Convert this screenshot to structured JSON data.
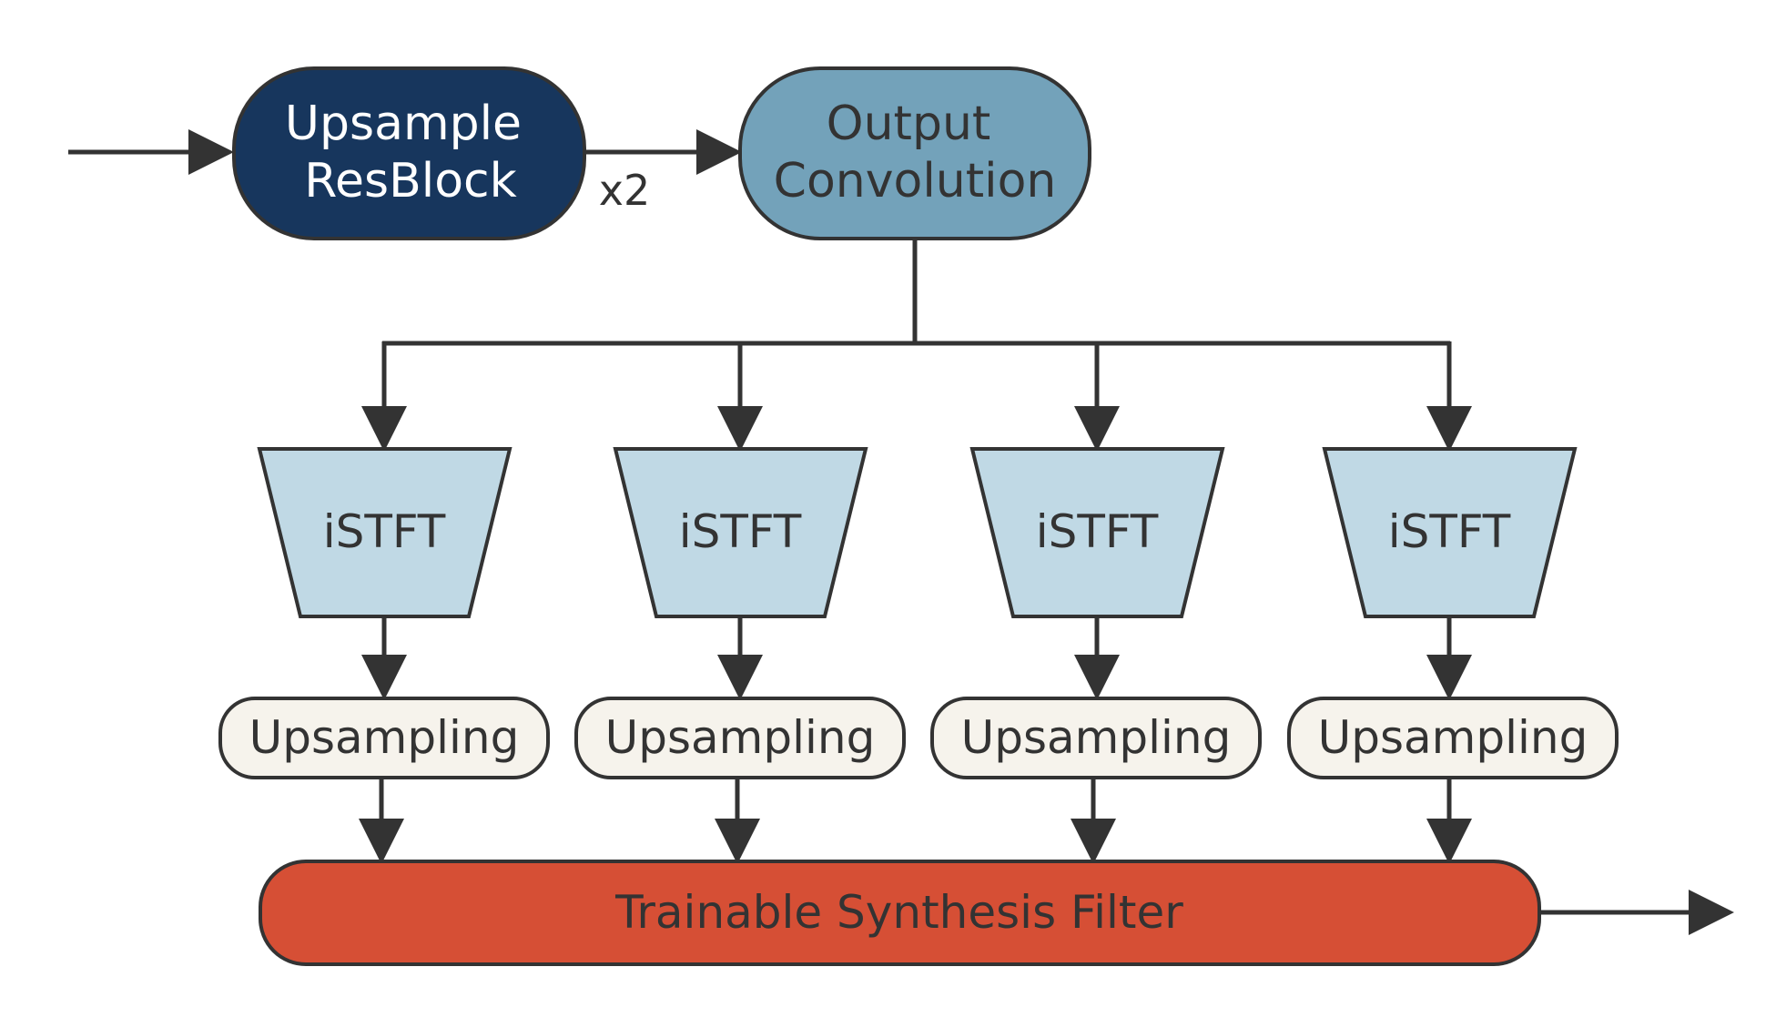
{
  "colors": {
    "stroke": "#333333",
    "upsample_resblock": "#17365d",
    "output_convolution": "#73a2ba",
    "istft": "#c0d9e5",
    "upsampling": "#f6f3ec",
    "synthesis_filter": "#d64f35",
    "dark_text": "#333333",
    "light_text": "#ffffff"
  },
  "nodes": {
    "upsample_resblock": {
      "line1": "Upsample",
      "line2": "ResBlock"
    },
    "output_convolution": {
      "line1": "Output",
      "line2": "Convolution"
    },
    "repeat_label": "x2",
    "branches": [
      {
        "istft": "iSTFT",
        "upsampling": "Upsampling"
      },
      {
        "istft": "iSTFT",
        "upsampling": "Upsampling"
      },
      {
        "istft": "iSTFT",
        "upsampling": "Upsampling"
      },
      {
        "istft": "iSTFT",
        "upsampling": "Upsampling"
      }
    ],
    "synthesis_filter": "Trainable Synthesis Filter"
  }
}
